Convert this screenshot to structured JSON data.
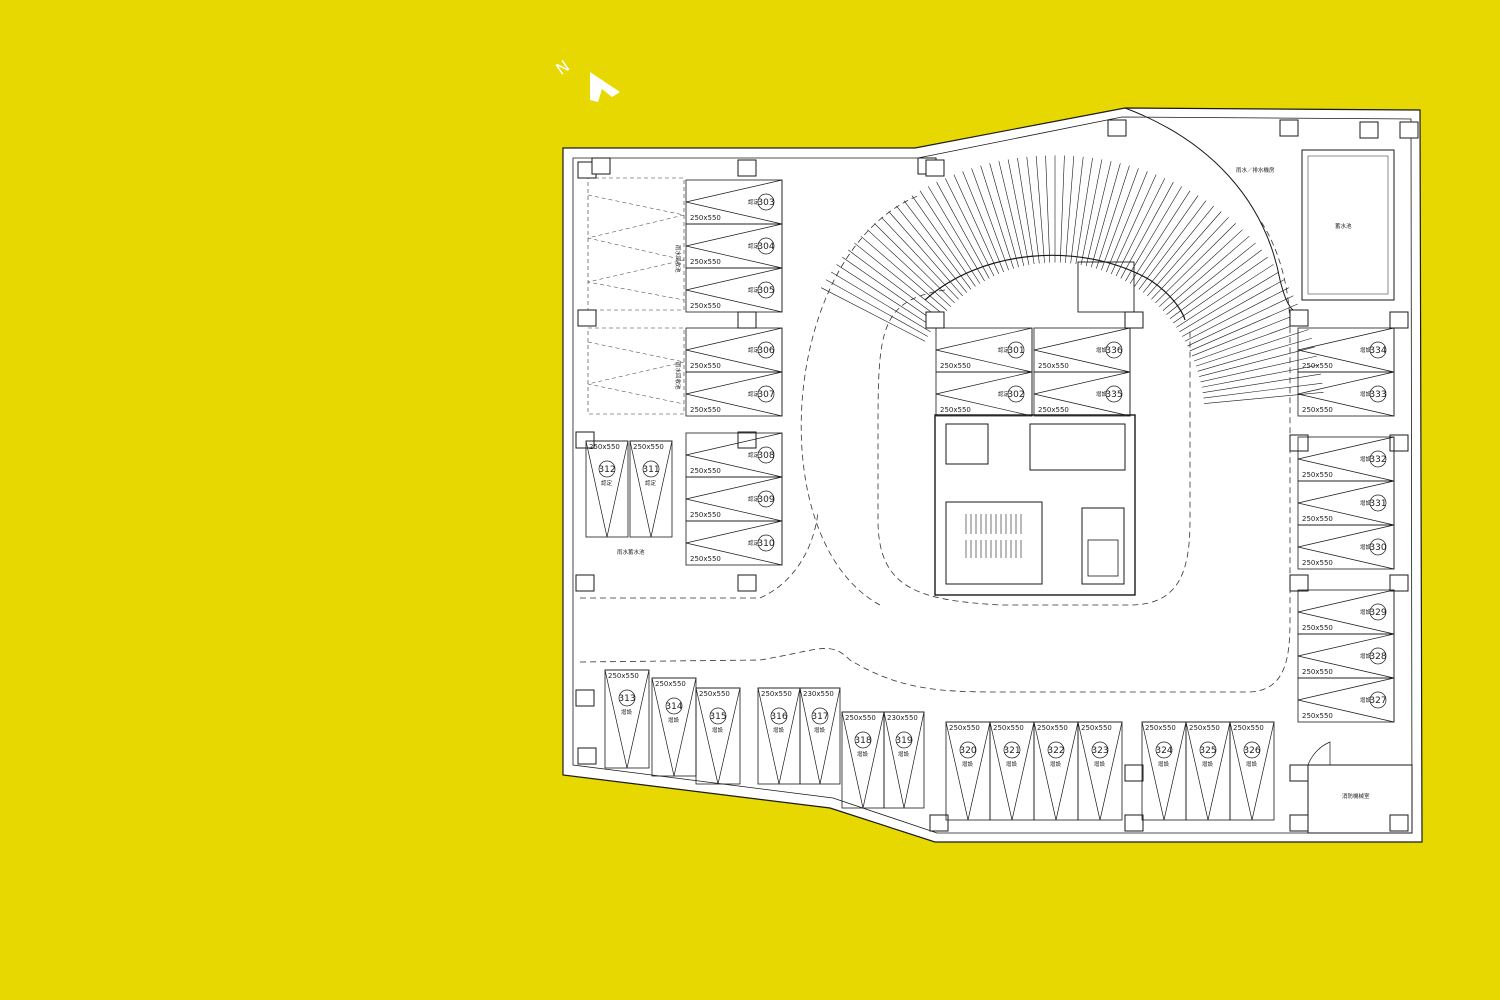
{
  "colors": {
    "background": "#e6d800",
    "floor": "#ffffff",
    "line": "#1a1a1a",
    "north": "#ffffff"
  },
  "north_label": "N",
  "rooms": {
    "pump_room": "雨水／排水機房",
    "water_tank": "蓄水池",
    "rainwater_left_1": "雨水回收池",
    "rainwater_left_2": "雨水回收池",
    "rainwater_left_3": "雨水蓄水池",
    "equipment_room": "消防機械室"
  },
  "stalls": [
    {
      "id": "303",
      "size": "250x550",
      "tag": "認定"
    },
    {
      "id": "304",
      "size": "250x550",
      "tag": "認定"
    },
    {
      "id": "305",
      "size": "250x550",
      "tag": "認定"
    },
    {
      "id": "306",
      "size": "250x550",
      "tag": "認定"
    },
    {
      "id": "307",
      "size": "250x550",
      "tag": "認定"
    },
    {
      "id": "308",
      "size": "250x550",
      "tag": "認定"
    },
    {
      "id": "309",
      "size": "250x550",
      "tag": "認定"
    },
    {
      "id": "310",
      "size": "250x550",
      "tag": "認定"
    },
    {
      "id": "311",
      "size": "250x550",
      "tag": "認定"
    },
    {
      "id": "312",
      "size": "250x550",
      "tag": "認定"
    },
    {
      "id": "301",
      "size": "250x550",
      "tag": "認定"
    },
    {
      "id": "302",
      "size": "250x550",
      "tag": "認定"
    },
    {
      "id": "336",
      "size": "250x550",
      "tag": "增設"
    },
    {
      "id": "335",
      "size": "250x550",
      "tag": "增設"
    },
    {
      "id": "334",
      "size": "250x550",
      "tag": "增設"
    },
    {
      "id": "333",
      "size": "250x550",
      "tag": "增設"
    },
    {
      "id": "332",
      "size": "250x550",
      "tag": "增設"
    },
    {
      "id": "331",
      "size": "250x550",
      "tag": "增設"
    },
    {
      "id": "330",
      "size": "250x550",
      "tag": "增設"
    },
    {
      "id": "329",
      "size": "250x550",
      "tag": "增設"
    },
    {
      "id": "328",
      "size": "250x550",
      "tag": "增設"
    },
    {
      "id": "327",
      "size": "250x550",
      "tag": "增設"
    },
    {
      "id": "313",
      "size": "250x550",
      "tag": "增設"
    },
    {
      "id": "314",
      "size": "250x550",
      "tag": "增設"
    },
    {
      "id": "315",
      "size": "250x550",
      "tag": "增設"
    },
    {
      "id": "316",
      "size": "250x550",
      "tag": "增設"
    },
    {
      "id": "317",
      "size": "230x550",
      "tag": "增設"
    },
    {
      "id": "318",
      "size": "250x550",
      "tag": "增設"
    },
    {
      "id": "319",
      "size": "230x550",
      "tag": "增設"
    },
    {
      "id": "320",
      "size": "250x550",
      "tag": "增設"
    },
    {
      "id": "321",
      "size": "250x550",
      "tag": "增設"
    },
    {
      "id": "322",
      "size": "250x550",
      "tag": "增設"
    },
    {
      "id": "323",
      "size": "250x550",
      "tag": "增設"
    },
    {
      "id": "324",
      "size": "250x550",
      "tag": "增設"
    },
    {
      "id": "325",
      "size": "250x550",
      "tag": "增設"
    },
    {
      "id": "326",
      "size": "250x550",
      "tag": "增設"
    }
  ]
}
